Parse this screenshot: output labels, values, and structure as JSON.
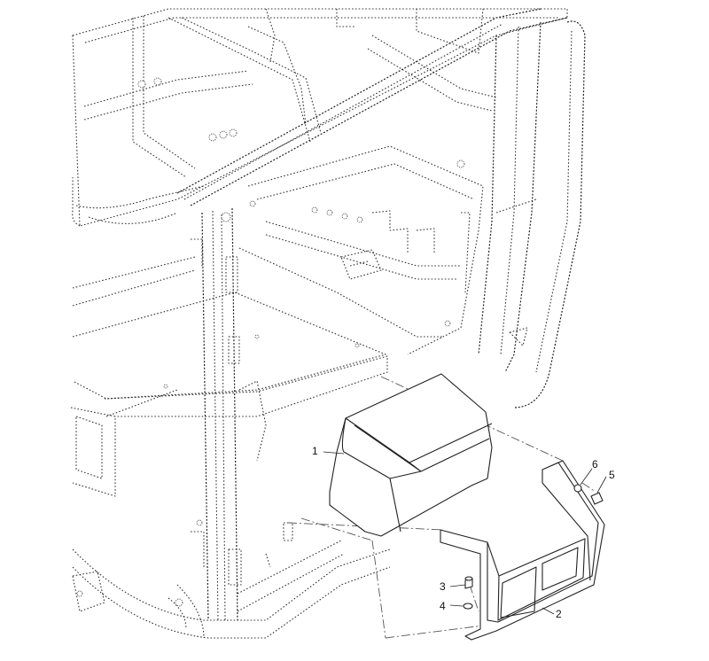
{
  "callouts": [
    {
      "number": "1",
      "part": "cover"
    },
    {
      "number": "2",
      "part": "bracket"
    },
    {
      "number": "3",
      "part": "bolt"
    },
    {
      "number": "4",
      "part": "washer"
    },
    {
      "number": "5",
      "part": "bolt"
    },
    {
      "number": "6",
      "part": "washer"
    }
  ],
  "colors": {
    "line": "#222222",
    "background": "#ffffff"
  }
}
